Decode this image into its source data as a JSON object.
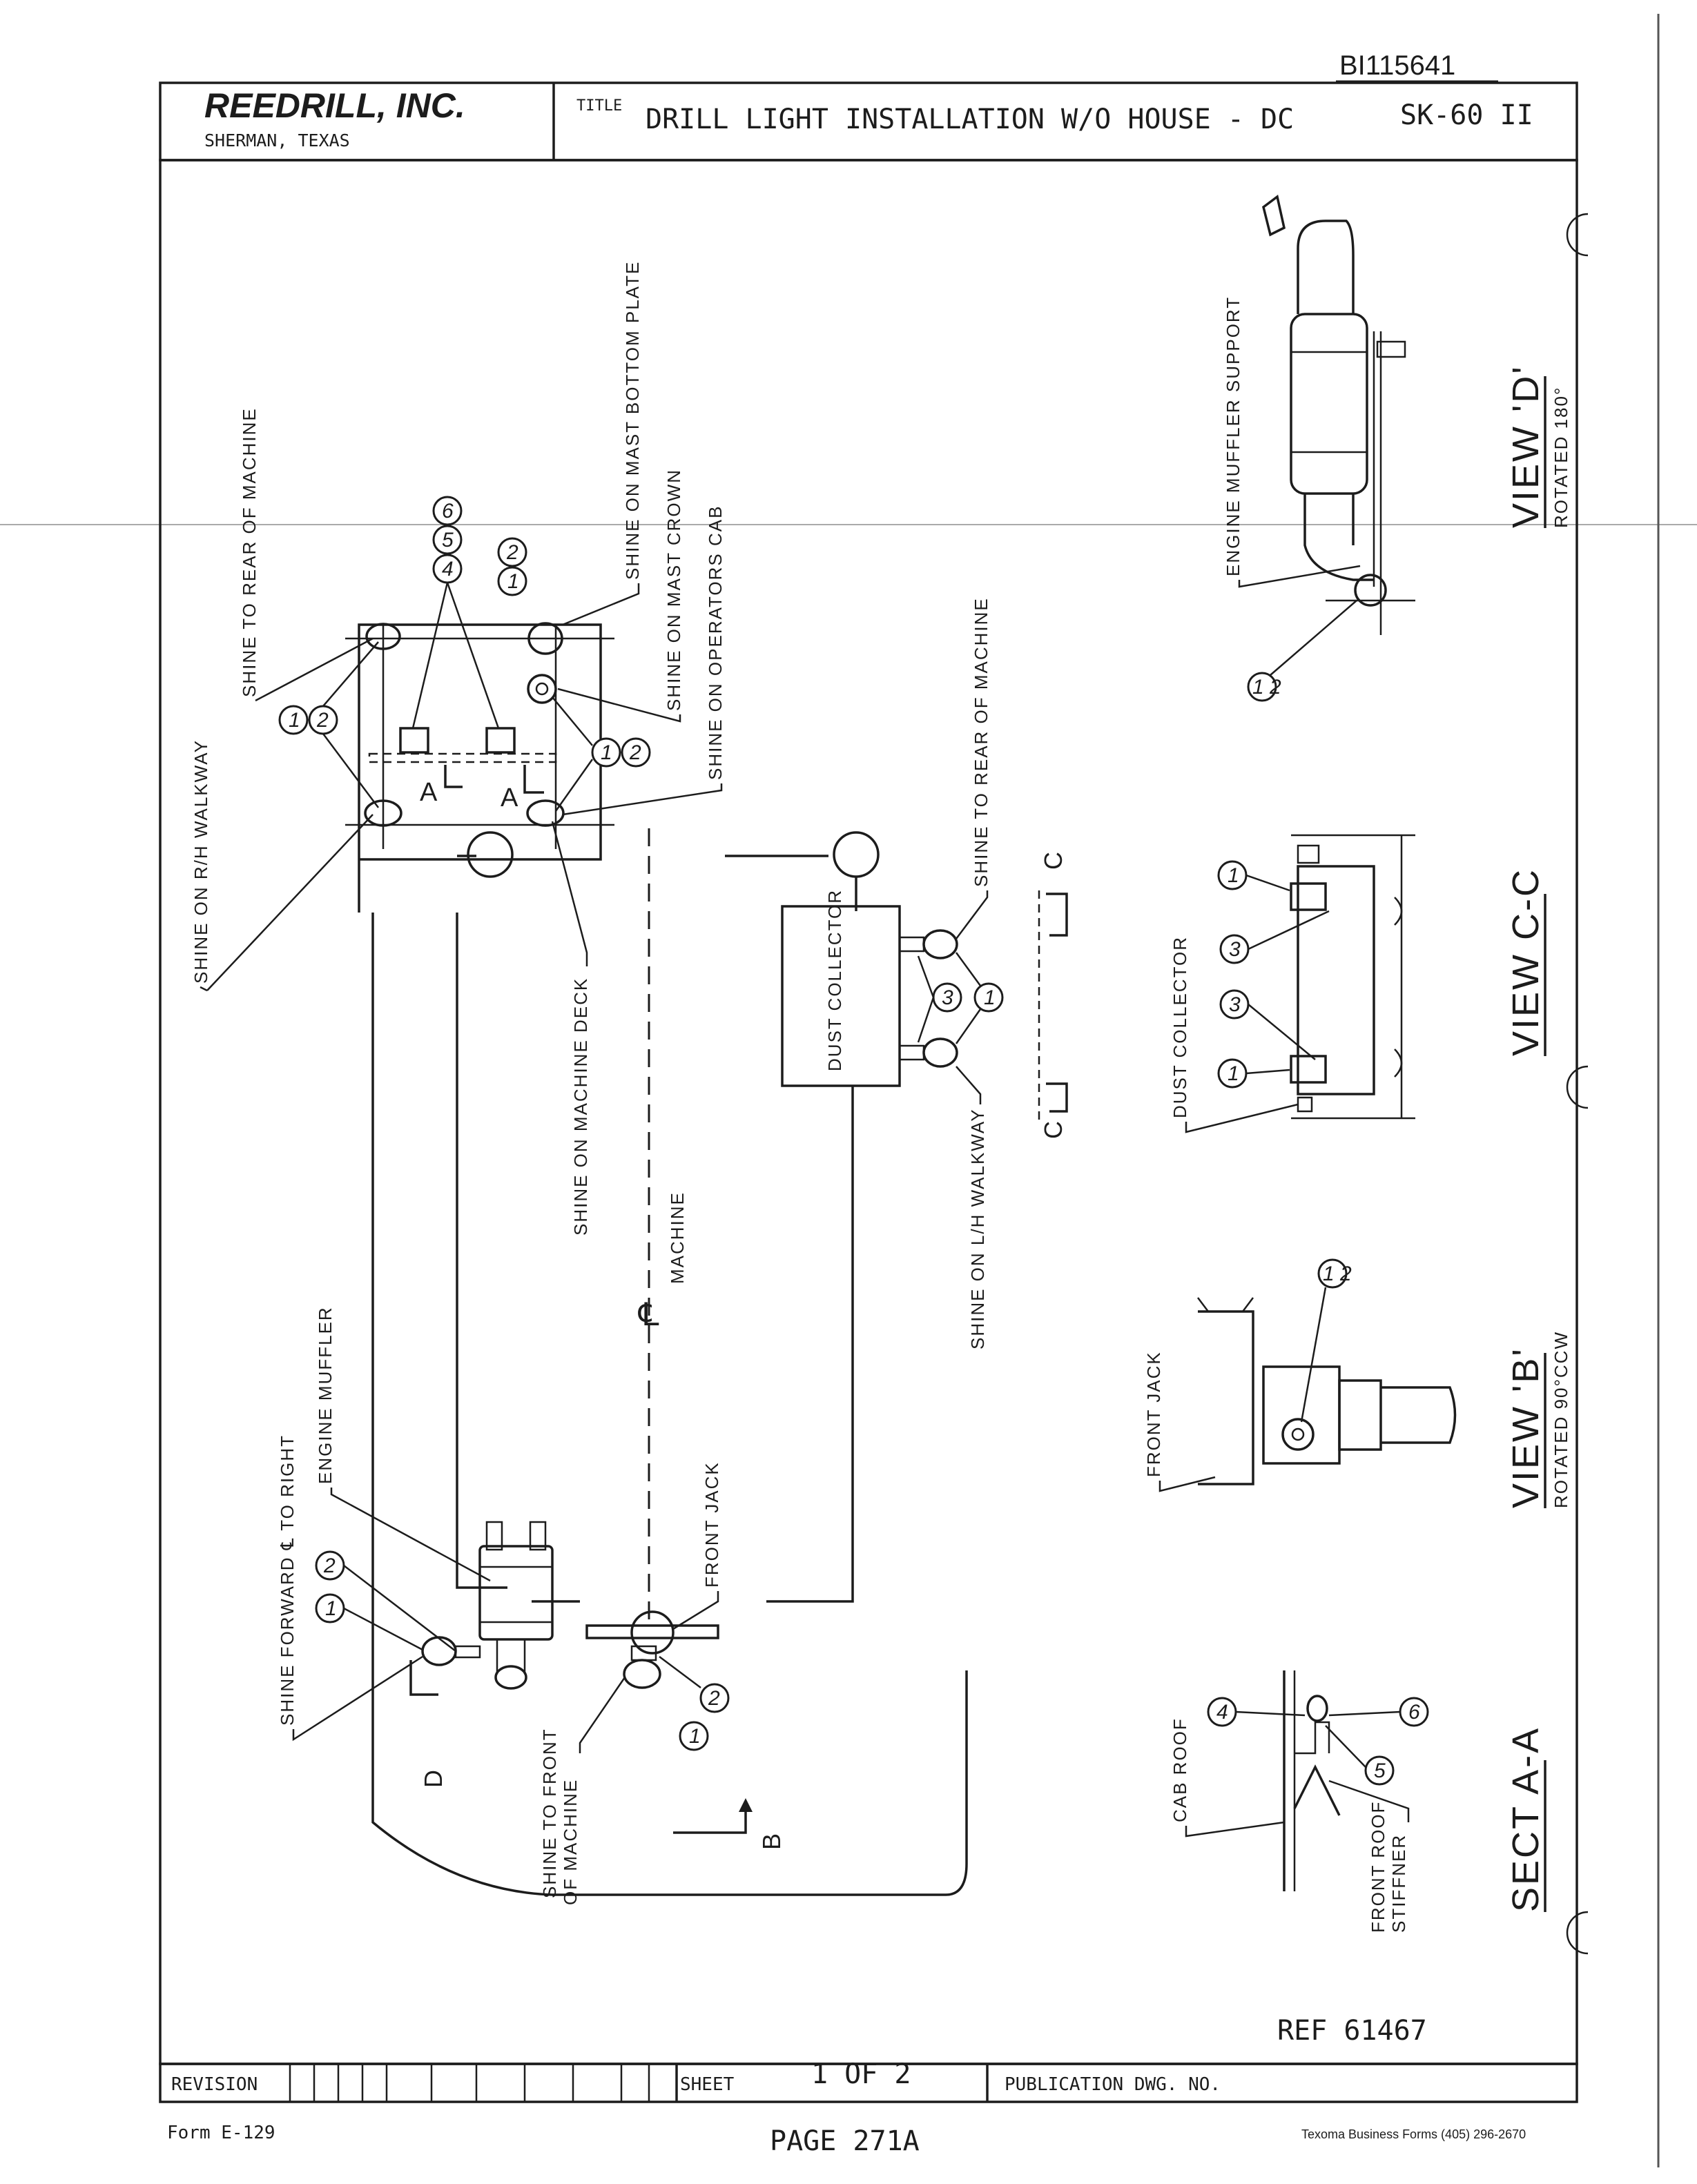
{
  "doc_ref": "BI115641",
  "company": {
    "name": "REEDRILL, INC.",
    "location": "SHERMAN, TEXAS"
  },
  "title_block": {
    "title_label": "TITLE",
    "title": "DRILL LIGHT INSTALLATION W/O HOUSE - DC",
    "model": "SK-60 II"
  },
  "callouts": {
    "shine_rh_walkway": "SHINE ON R/H WALKWAY",
    "shine_rear_1": "SHINE TO REAR OF MACHINE",
    "shine_mast_bottom": "SHINE ON MAST BOTTOM PLATE",
    "shine_mast_crown": "SHINE ON MAST CROWN",
    "shine_cab": "SHINE ON OPERATORS CAB",
    "shine_deck": "SHINE ON MACHINE DECK",
    "shine_rear_2": "SHINE TO REAR OF MACHINE",
    "shine_lh_walkway": "SHINE ON L/H WALKWAY",
    "dust_collector": "DUST COLLECTOR",
    "machine_cl": "MACHINE",
    "shine_forward": "SHINE FORWARD ℄ TO RIGHT",
    "engine_muffler": "ENGINE MUFFLER",
    "front_jack": "FRONT JACK",
    "shine_front_a": "SHINE TO FRONT",
    "shine_front_b": "OF MACHINE",
    "engine_muffler_support": "ENGINE MUFFLER SUPPORT",
    "dust_collector_2": "DUST COLLECTOR",
    "front_jack_2": "FRONT JACK",
    "cab_roof": "CAB ROOF",
    "front_roof_a": "FRONT ROOF",
    "front_roof_b": "STIFFNER"
  },
  "item_numbers": {
    "n1": "1",
    "n2": "2",
    "n3": "3",
    "n4": "4",
    "n5": "5",
    "n6": "6",
    "n12": "1 2",
    "n456": "4 5 6",
    "n13": "1 3"
  },
  "section_marks": {
    "a": "A",
    "b": "B",
    "c": "C",
    "d": "D"
  },
  "views": {
    "view_d": "VIEW 'D'",
    "view_d_sub": "ROTATED 180°",
    "view_cc": "VIEW C-C",
    "view_b": "VIEW 'B'",
    "view_b_sub": "ROTATED 90°CCW",
    "sect_aa": "SECT A-A"
  },
  "reference": "REF 61467",
  "footer": {
    "revision_label": "REVISION",
    "sheet_label": "SHEET",
    "sheet_value": "1 OF 2",
    "publication_label": "PUBLICATION DWG. NO.",
    "form": "Form E-129",
    "page": "PAGE 271A",
    "printer": "Texoma Business Forms (405) 296-2670"
  }
}
